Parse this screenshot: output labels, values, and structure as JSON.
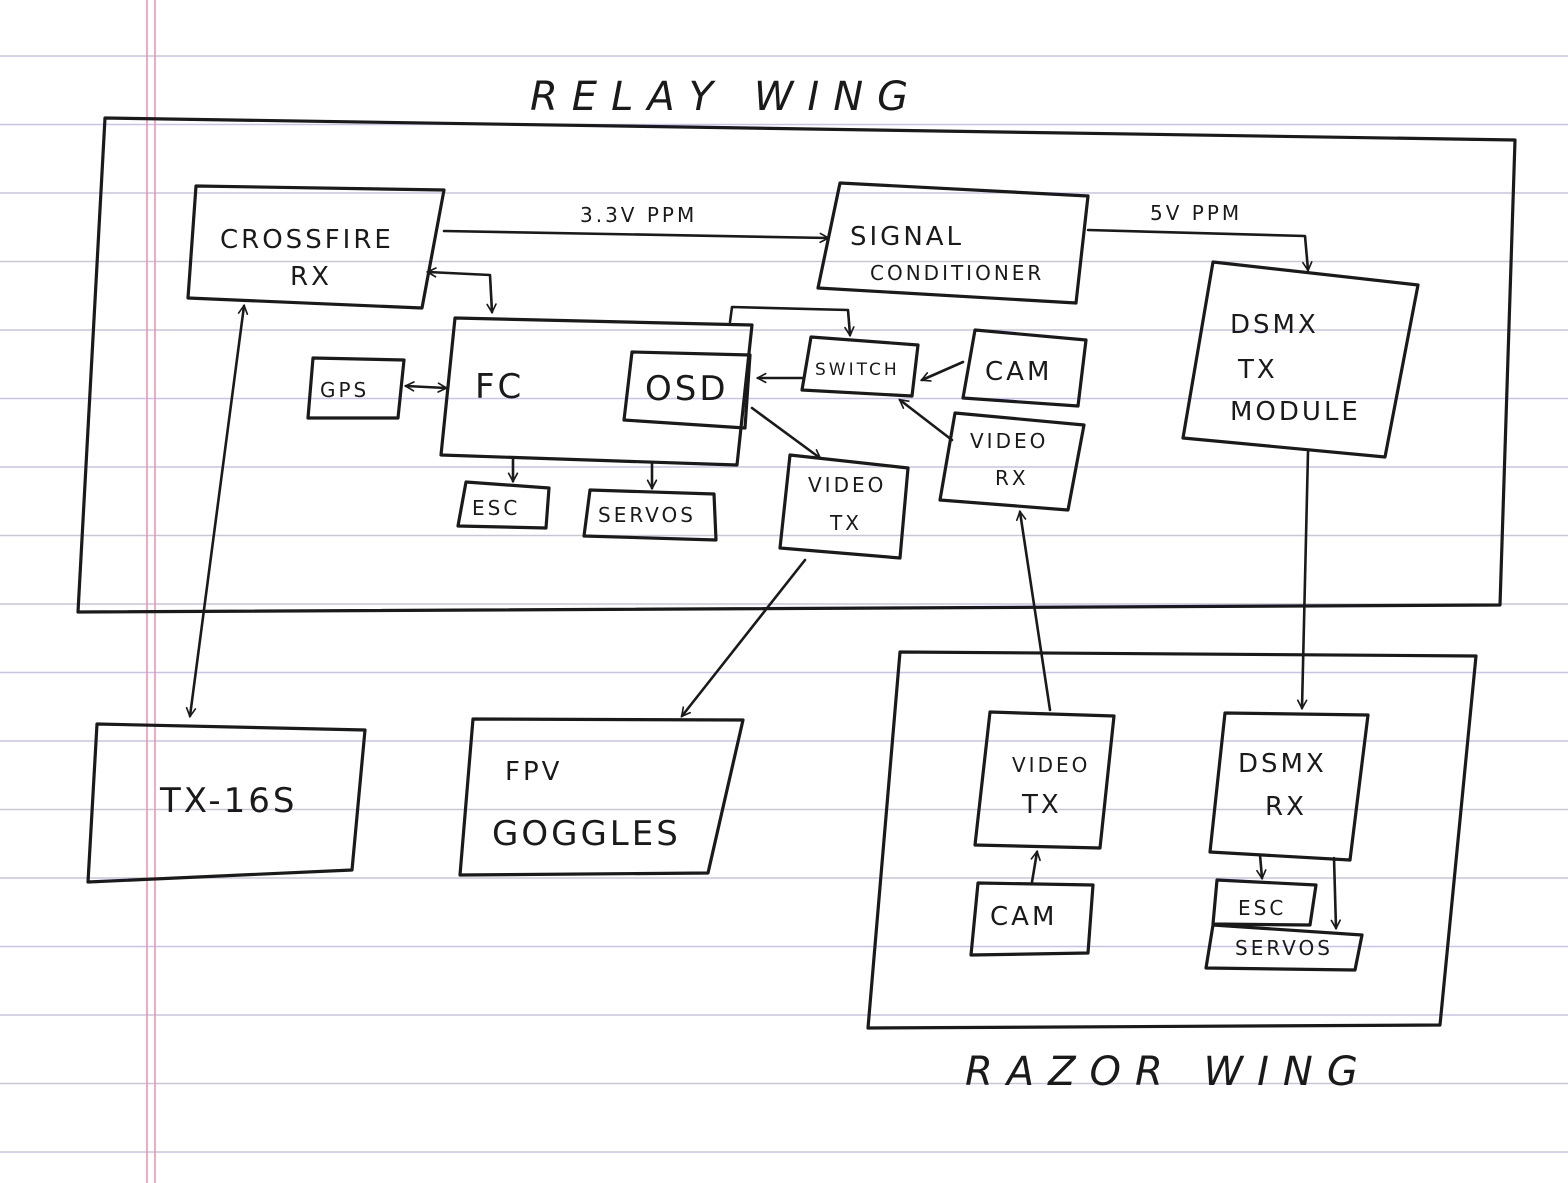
{
  "document": {
    "type": "hand-drawn block diagram on ruled notebook paper",
    "colors": {
      "ink": "#1a1a1a",
      "ruled_line": "#c9c4e6",
      "margin_line": "#ef8fb0",
      "paper": "#ffffff"
    }
  },
  "groups": {
    "relay_wing": {
      "title": "RELAY WING"
    },
    "razor_wing": {
      "title": "RAZOR WING"
    }
  },
  "blocks": {
    "crossfire_rx": {
      "line1": "CROSSFIRE",
      "line2": "RX"
    },
    "signal_conditioner": {
      "line1": "SIGNAL",
      "line2": "CONDITIONER"
    },
    "dsmx_tx_module": {
      "line1": "DSMX",
      "line2": "TX",
      "line3": "MODULE"
    },
    "fc": {
      "label": "FC"
    },
    "osd": {
      "label": "OSD"
    },
    "gps": {
      "label": "GPS"
    },
    "switch": {
      "label": "SWITCH"
    },
    "relay_cam": {
      "label": "CAM"
    },
    "relay_video_rx": {
      "line1": "VIDEO",
      "line2": "RX"
    },
    "relay_esc": {
      "label": "ESC"
    },
    "relay_servos": {
      "label": "SERVOS"
    },
    "relay_video_tx": {
      "line1": "VIDEO",
      "line2": "TX"
    },
    "tx16s": {
      "label": "TX-16S"
    },
    "fpv_goggles": {
      "line1": "FPV",
      "line2": "GOGGLES"
    },
    "razor_video_tx": {
      "line1": "VIDEO",
      "line2": "TX"
    },
    "razor_cam": {
      "label": "CAM"
    },
    "dsmx_rx": {
      "line1": "DSMX",
      "line2": "RX"
    },
    "razor_esc": {
      "label": "ESC"
    },
    "razor_servos": {
      "label": "SERVOS"
    }
  },
  "connections": [
    {
      "from": "crossfire_rx",
      "to": "signal_conditioner",
      "label": "3.3V PPM",
      "direction": "one-way"
    },
    {
      "from": "signal_conditioner",
      "to": "dsmx_tx_module",
      "label": "5V PPM",
      "direction": "one-way"
    },
    {
      "from": "crossfire_rx",
      "to": "fc",
      "label": "",
      "direction": "two-way"
    },
    {
      "from": "crossfire_rx",
      "to": "tx16s",
      "label": "",
      "direction": "two-way"
    },
    {
      "from": "gps",
      "to": "fc",
      "label": "",
      "direction": "two-way"
    },
    {
      "from": "fc",
      "to": "switch",
      "label": "",
      "direction": "one-way"
    },
    {
      "from": "switch",
      "to": "osd",
      "label": "",
      "direction": "one-way"
    },
    {
      "from": "relay_cam",
      "to": "switch",
      "label": "",
      "direction": "one-way"
    },
    {
      "from": "relay_video_rx",
      "to": "switch",
      "label": "",
      "direction": "one-way"
    },
    {
      "from": "osd",
      "to": "relay_video_tx",
      "label": "",
      "direction": "one-way"
    },
    {
      "from": "fc",
      "to": "relay_esc",
      "label": "",
      "direction": "one-way"
    },
    {
      "from": "fc",
      "to": "relay_servos",
      "label": "",
      "direction": "one-way"
    },
    {
      "from": "relay_video_tx",
      "to": "fpv_goggles",
      "label": "",
      "direction": "one-way"
    },
    {
      "from": "razor_video_tx",
      "to": "relay_video_rx",
      "label": "",
      "direction": "one-way"
    },
    {
      "from": "dsmx_tx_module",
      "to": "dsmx_rx",
      "label": "",
      "direction": "one-way"
    },
    {
      "from": "razor_cam",
      "to": "razor_video_tx",
      "label": "",
      "direction": "one-way"
    },
    {
      "from": "dsmx_rx",
      "to": "razor_esc",
      "label": "",
      "direction": "one-way"
    },
    {
      "from": "dsmx_rx",
      "to": "razor_servos",
      "label": "",
      "direction": "one-way"
    }
  ]
}
